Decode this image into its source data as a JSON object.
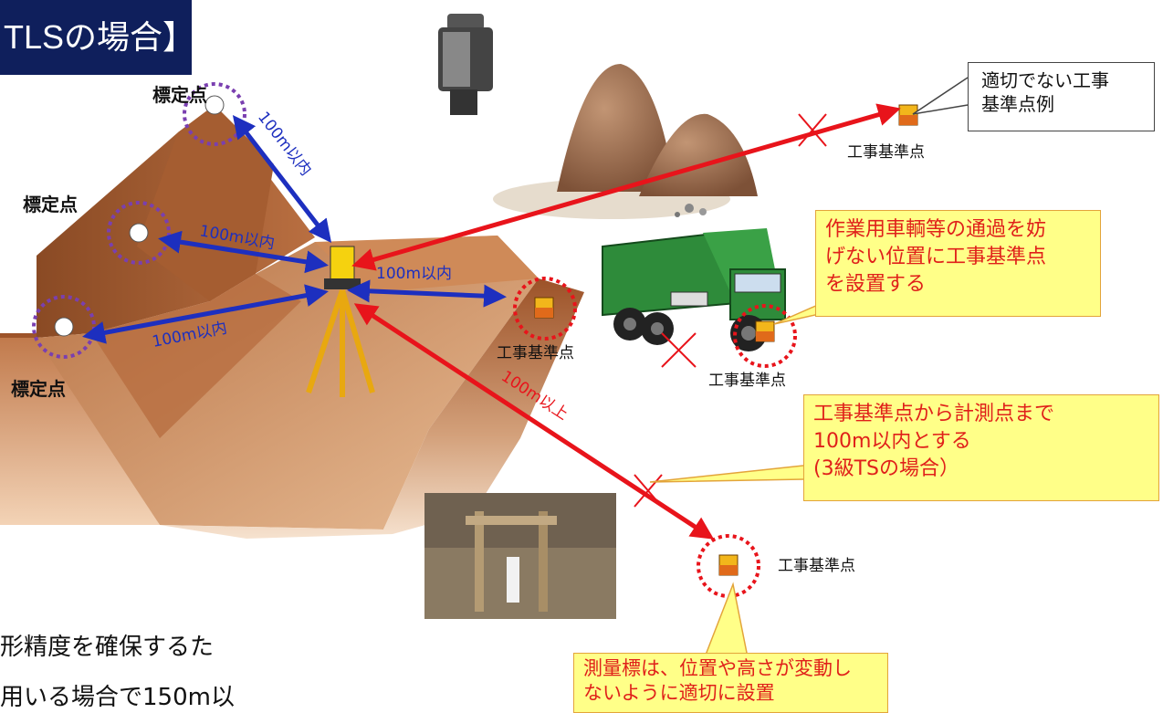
{
  "title": "TLSの場合】",
  "labels": {
    "hyoteiten": "標定点",
    "kouji_kijunten": "工事基準点"
  },
  "distances": {
    "within": "100m以内",
    "over": "100m以上"
  },
  "callouts": {
    "inappropriate": "適切でない工事\n基準点例",
    "vehicle": "作業用車輌等の通過を妨\nげない位置に工事基準点\nを設置する",
    "distance_rule": "工事基準点から計測点まで\n100m以内とする\n(3級TSの場合）",
    "survey_marker": "測量標は、位置や高さが変動し\nないように適切に設置"
  },
  "body_text": {
    "line1": "形精度を確保するた",
    "line2": "用いる場合で150m以"
  },
  "colors": {
    "title_bg": "#0f1f5c",
    "arrow_blue": "#1d2fbf",
    "arrow_red": "#e8141b",
    "circle_purple": "#7a3fb0",
    "circle_red": "#e8141b",
    "callout_bg": "#ffff88",
    "callout_text": "#e0201a"
  }
}
